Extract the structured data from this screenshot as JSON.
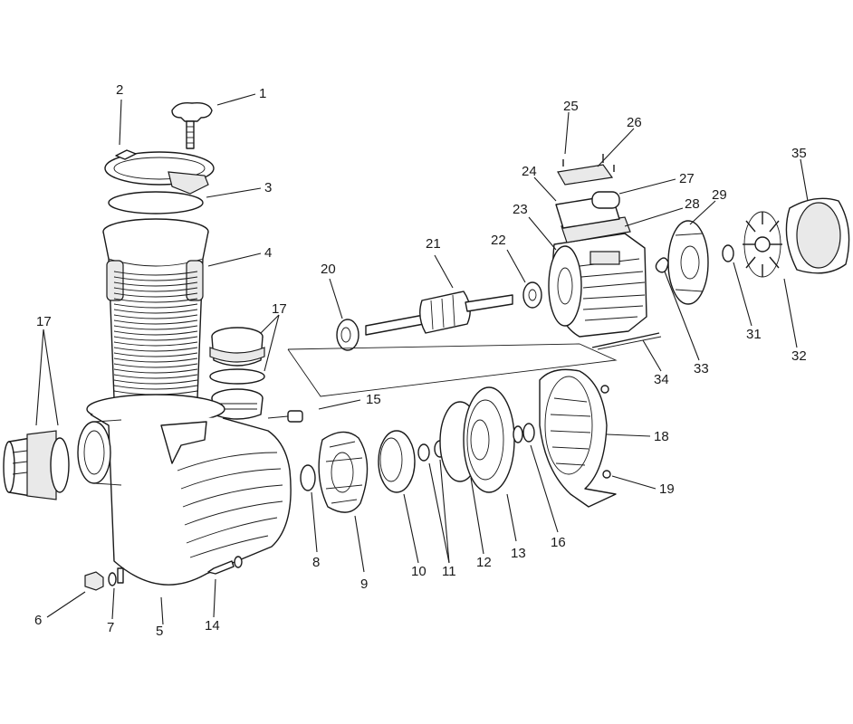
{
  "diagram": {
    "kind": "exploded-parts-view",
    "colors": {
      "ink": "#1a1a1a",
      "background": "#ffffff",
      "shade": "#e9e9e9"
    },
    "callouts": [
      "1",
      "2",
      "3",
      "4",
      "5",
      "6",
      "7",
      "8",
      "9",
      "10",
      "11",
      "12",
      "13",
      "14",
      "15",
      "16",
      "17",
      "17",
      "18",
      "19",
      "20",
      "21",
      "22",
      "23",
      "24",
      "25",
      "26",
      "27",
      "28",
      "29",
      "31",
      "32",
      "33",
      "34",
      "35"
    ]
  }
}
